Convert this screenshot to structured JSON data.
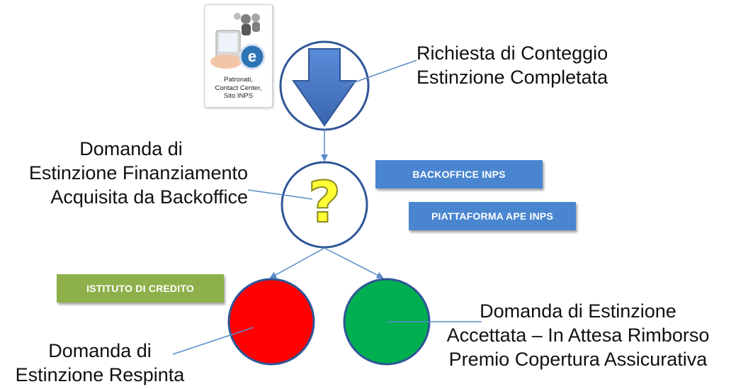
{
  "source_card": {
    "lines": [
      "Patronati,",
      "Contact Center,",
      "Sito INPS"
    ],
    "icon_letter": "e"
  },
  "labels": {
    "request": [
      "Richiesta di Conteggio",
      "Estinzione Completata"
    ],
    "acquired": [
      "Domanda di",
      "Estinzione Finanziamento",
      "Acquisita da Backoffice"
    ],
    "rejected": [
      "Domanda di",
      "Estinzione Respinta"
    ],
    "accepted": [
      "Domanda di Estinzione",
      "Accettata – In Attesa Rimborso",
      "Premio Copertura Assicurativa"
    ]
  },
  "tags": {
    "backoffice": "BACKOFFICE INPS",
    "piattaforma": "PIATTAFORMA APE INPS",
    "istituto": "ISTITUTO DI CREDITO"
  },
  "question_mark": "?",
  "colors": {
    "circle_border": "#2f5597",
    "arrow_fill": "#4472c4",
    "connector": "#5b8bc8",
    "tag_blue": "#4a86d0",
    "tag_green": "#8db04a",
    "rejected_fill": "#ff0000",
    "accepted_fill": "#00b050",
    "question_fill": "#ffff33"
  }
}
